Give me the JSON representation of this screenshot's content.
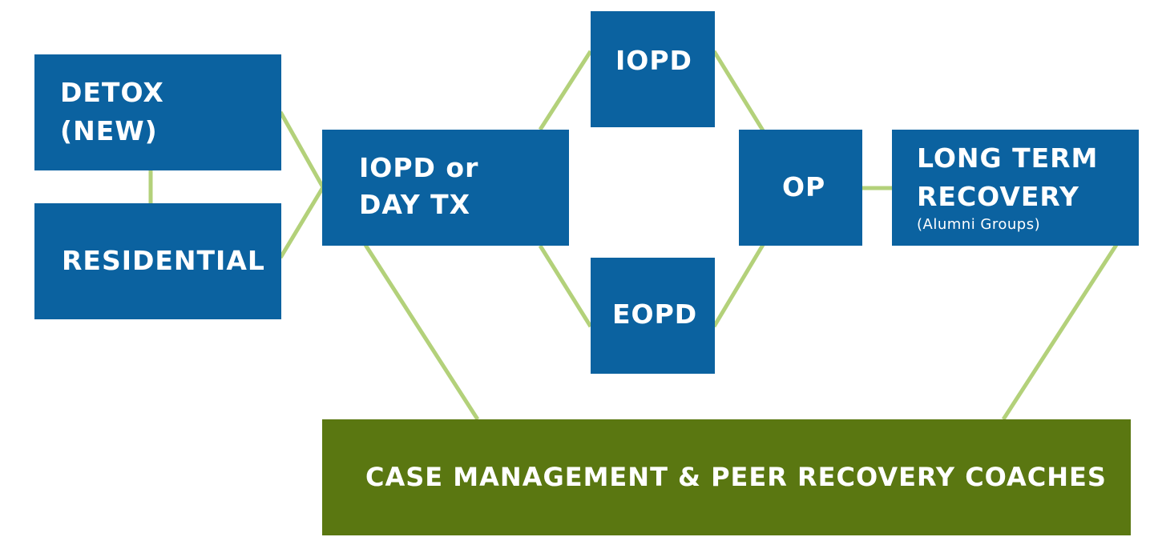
{
  "colors": {
    "box_blue": "#0b62a0",
    "box_green": "#5a7711",
    "connector": "#b3d17a",
    "text": "#ffffff"
  },
  "nodes": {
    "detox": {
      "line1": "DETOX",
      "line2": "(NEW)"
    },
    "residential": {
      "label": "RESIDENTIAL"
    },
    "iopd_day_tx": {
      "line1": "IOPD or",
      "line2": "DAY TX"
    },
    "iopd": {
      "label": "IOPD"
    },
    "eopd": {
      "label": "EOPD"
    },
    "op": {
      "label": "OP"
    },
    "long_term_recovery": {
      "line1": "LONG TERM",
      "line2": "RECOVERY",
      "sub": "(Alumni Groups)"
    },
    "case_management": {
      "label": "CASE MANAGEMENT & PEER RECOVERY COACHES"
    }
  },
  "edges": [
    [
      "detox",
      "residential"
    ],
    [
      "detox",
      "iopd_day_tx"
    ],
    [
      "residential",
      "iopd_day_tx"
    ],
    [
      "iopd_day_tx",
      "iopd"
    ],
    [
      "iopd_day_tx",
      "eopd"
    ],
    [
      "iopd",
      "op"
    ],
    [
      "eopd",
      "op"
    ],
    [
      "op",
      "long_term_recovery"
    ],
    [
      "iopd_day_tx",
      "case_management"
    ],
    [
      "long_term_recovery",
      "case_management"
    ]
  ]
}
